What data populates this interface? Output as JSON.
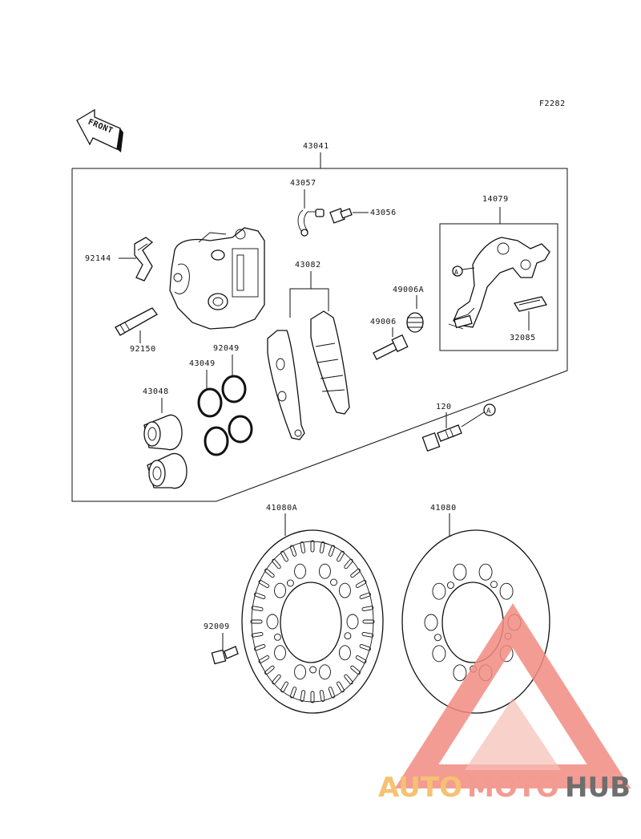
{
  "figure_code": "F2282",
  "front_label": "FRONT",
  "callout_letter": "A",
  "parts": {
    "p43041": "43041",
    "p43057": "43057",
    "p43056": "43056",
    "p14079": "14079",
    "p92144": "92144",
    "p43082": "43082",
    "p49006A": "49006A",
    "p49006": "49006",
    "p32085": "32085",
    "p92150": "92150",
    "p92049": "92049",
    "p43049": "43049",
    "p43048": "43048",
    "p120": "120",
    "p41080A": "41080A",
    "p41080": "41080",
    "p92009": "92009"
  },
  "watermark": {
    "part1": "AUTO",
    "part2": "MOTO",
    "part3": "HUB",
    "color1": "#f5b75a",
    "color2": "#f08a7e",
    "color3": "#555555"
  }
}
